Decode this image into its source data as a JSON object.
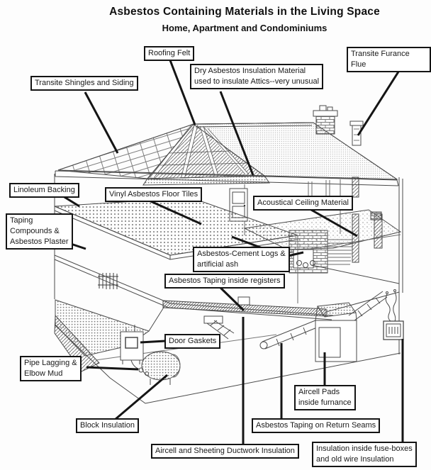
{
  "header": {
    "title": "Asbestos Containing Materials in the Living Space",
    "subtitle": "Home, Apartment and Condominiums"
  },
  "labels": [
    {
      "id": "transite-shingles",
      "text": "Transite Shingles and Siding"
    },
    {
      "id": "roofing-felt",
      "text": "Roofing Felt"
    },
    {
      "id": "dry-asbestos-insulation",
      "text": "Dry Asbestos Insulation Material\nused to insulate Attics--very unusual"
    },
    {
      "id": "transite-furance-flue",
      "text": "Transite Furance Flue"
    },
    {
      "id": "linoleum-backing",
      "text": "Linoleum Backing"
    },
    {
      "id": "vinyl-floor-tiles",
      "text": "Vinyl Asbestos Floor Tiles"
    },
    {
      "id": "acoustical-ceiling",
      "text": "Acoustical Ceiling Material"
    },
    {
      "id": "taping-compounds",
      "text": "Taping\nCompounds &\nAsbestos Plaster"
    },
    {
      "id": "cement-logs",
      "text": "Asbestos-Cement Logs &\nartificial ash"
    },
    {
      "id": "taping-registers",
      "text": "Asbestos Taping inside registers"
    },
    {
      "id": "door-gaskets",
      "text": "Door Gaskets"
    },
    {
      "id": "pipe-lagging",
      "text": "Pipe Lagging &\nElbow Mud"
    },
    {
      "id": "aircell-pads",
      "text": "Aircell Pads\ninside furnance"
    },
    {
      "id": "block-insulation",
      "text": "Block Insulation"
    },
    {
      "id": "taping-return-seams",
      "text": "Asbestos Taping on Return Seams"
    },
    {
      "id": "ductwork-insulation",
      "text": "Aircell and Sheeting Ductwork Insulation"
    },
    {
      "id": "fuse-boxes",
      "text": "Insulation inside fuse-boxes\nand old wire Insulation"
    }
  ],
  "colors": {
    "ink": "#141414",
    "drawing_line": "#4a4a4a",
    "background": "#fdfdfd"
  }
}
